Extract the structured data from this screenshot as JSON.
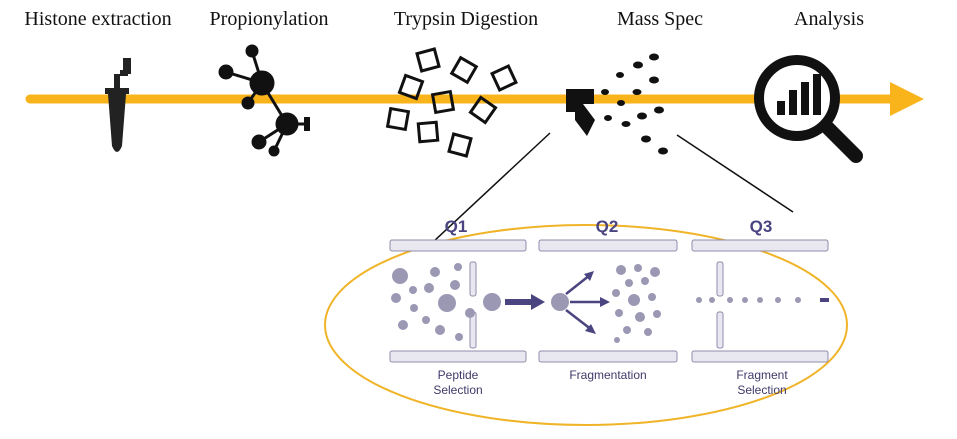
{
  "pipeline": {
    "steps": [
      {
        "label": "Histone extraction",
        "icon": "tube-icon"
      },
      {
        "label": "Propionylation",
        "icon": "molecule-icon"
      },
      {
        "label": "Trypsin Digestion",
        "icon": "digested-peptides-icon"
      },
      {
        "label": "Mass Spec",
        "icon": "mass-spec-spray-icon"
      },
      {
        "label": "Analysis",
        "icon": "magnifier-chart-icon"
      }
    ],
    "arrow_color": "#F9B31B"
  },
  "inset": {
    "border_color": "#F0B429",
    "stages": [
      {
        "title": "Q1",
        "caption_line1": "Peptide",
        "caption_line2": "Selection"
      },
      {
        "title": "Q2",
        "caption_line1": "Fragmentation",
        "caption_line2": ""
      },
      {
        "title": "Q3",
        "caption_line1": "Fragment",
        "caption_line2": "Selection"
      }
    ],
    "ion_color": "#9b98b4",
    "rod_color": "#e9e8f1",
    "title_color": "#4a4480"
  }
}
